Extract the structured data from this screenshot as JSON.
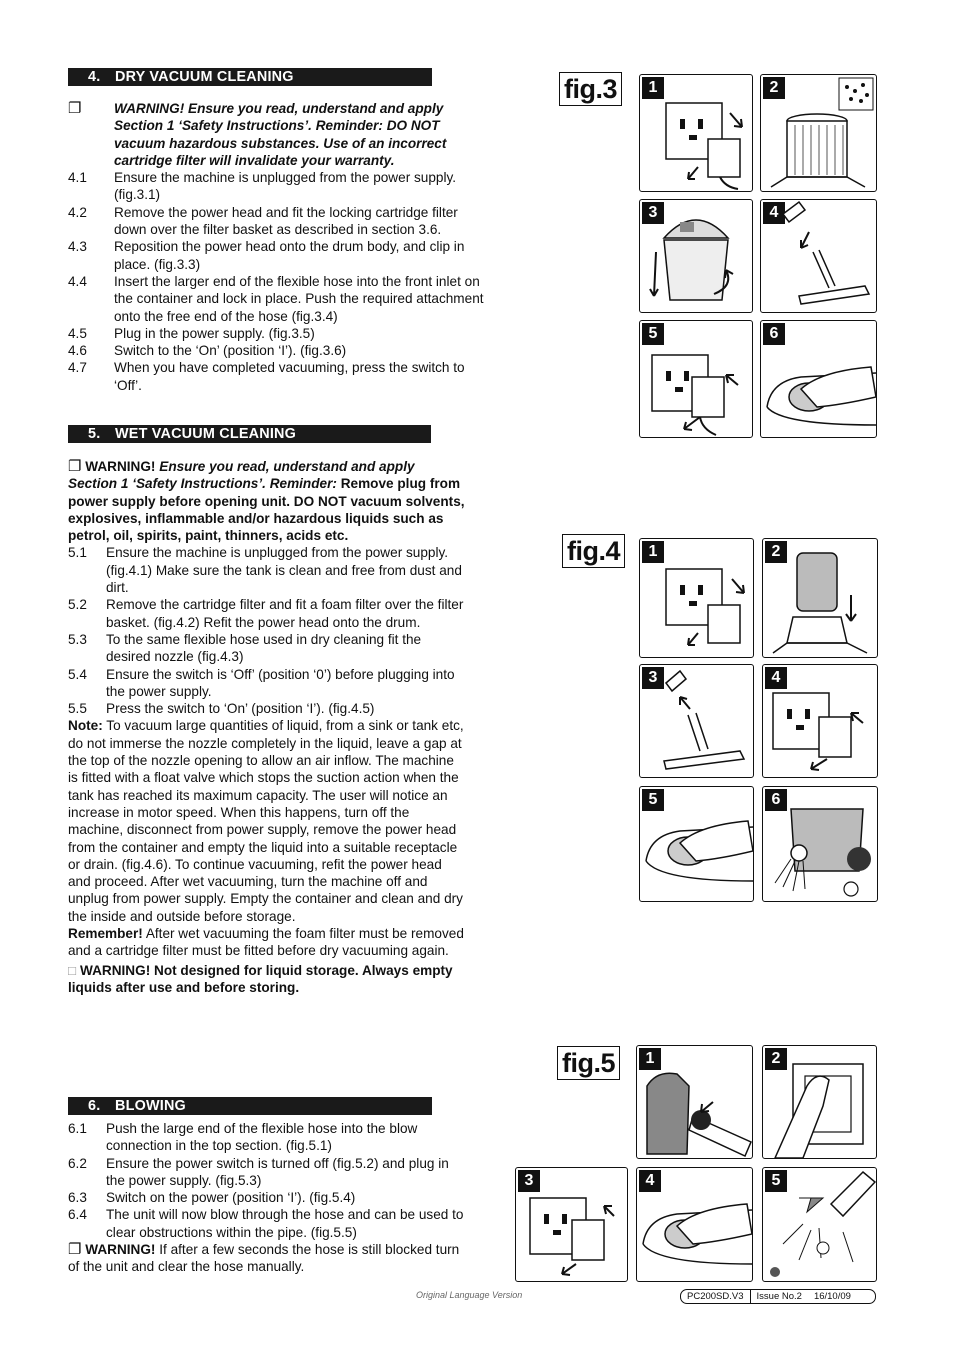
{
  "sec4": {
    "num": "4.",
    "title": "DRY VACUUM CLEANING",
    "warning": "WARNING! Ensure you read, understand and apply Section 1 ‘Safety Instructions’. Reminder: DO NOT vacuum hazardous substances. Use of an incorrect cartridge filter will invalidate your warranty.",
    "steps": [
      {
        "n": "4.1",
        "t": "Ensure the machine is unplugged from the power supply. (fig.3.1)"
      },
      {
        "n": "4.2",
        "t": "Remove the power head and fit the locking cartridge filter down over the filter basket as described in section 3.6."
      },
      {
        "n": "4.3",
        "t": "Reposition the power head onto the drum body, and clip in place. (fig.3.3)"
      },
      {
        "n": "4.4",
        "t": "Insert the larger end of the flexible hose into the front inlet on the container and lock in place. Push the required attachment onto the free end of the hose (fig.3.4)"
      },
      {
        "n": "4.5",
        "t": "Plug in the power supply. (fig.3.5)"
      },
      {
        "n": "4.6",
        "t": "Switch to the ‘On’ (position ‘I’). (fig.3.6)"
      },
      {
        "n": "4.7",
        "t": "When you have completed vacuuming, press the switch to ‘Off’."
      }
    ]
  },
  "sec5": {
    "num": "5.",
    "title": "WET VACUUM CLEANING",
    "warn_label": "WARNING!",
    "warn_italic": "Ensure you read, understand and apply Section 1 ‘Safety Instructions’. Reminder:",
    "warn_bold": "Remove plug from power supply before opening unit. DO NOT vacuum solvents, explosives, inflammable and/or hazardous liquids such as petrol, oil, spirits, paint, thinners, acids etc.",
    "steps": [
      {
        "n": "5.1",
        "t": "Ensure the machine is unplugged from the power supply. (fig.4.1) Make sure the tank is clean and free from dust and dirt."
      },
      {
        "n": "5.2",
        "t": "Remove the cartridge filter and fit a foam filter over the filter basket. (fig.4.2) Refit the power head onto the drum."
      },
      {
        "n": "5.3",
        "t": "To the same flexible hose used in dry cleaning fit the desired nozzle (fig.4.3)"
      },
      {
        "n": "5.4",
        "t": "Ensure the switch is ‘Off’ (position ‘0’) before plugging into the power supply."
      },
      {
        "n": "5.5",
        "t": "Press the switch to ‘On’ (position ‘I’). (fig.4.5)"
      }
    ],
    "note_label": "Note:",
    "note": "To vacuum large quantities of liquid, from a sink or tank etc, do not immerse the nozzle completely in the liquid, leave a gap at the top of the nozzle opening to allow an air inflow. The machine is fitted with a float valve which stops the suction action when the tank has reached its maximum capacity. The user will notice an increase in motor speed. When this happens, turn off the machine, disconnect from power supply, remove the power head from the container and empty the liquid into a suitable receptacle or drain. (fig.4.6). To continue vacuuming, refit the power head and proceed. After wet vacuuming, turn the machine off and unplug from power supply. Empty the container and clean and dry the inside and outside before storage.",
    "remember_label": "Remember!",
    "remember": "After wet vacuuming the foam filter must be removed and a cartridge filter must be fitted before dry vacuuming again.",
    "warn2": "WARNING! Not designed for liquid storage. Always empty liquids after use and before storing."
  },
  "sec6": {
    "num": "6.",
    "title": "BLOWING",
    "steps": [
      {
        "n": "6.1",
        "t": "Push the large end of the flexible hose into the blow connection in the top section. (fig.5.1)"
      },
      {
        "n": "6.2",
        "t": "Ensure the power switch is turned off (fig.5.2) and plug in the power supply. (fig.5.3)"
      },
      {
        "n": "6.3",
        "t": "Switch on the power (position ‘I’). (fig.5.4)"
      },
      {
        "n": "6.4",
        "t": "The unit will now blow through the hose and can be used to clear obstructions within the pipe. (fig.5.5)"
      }
    ],
    "warn_label": "WARNING!",
    "warn": "If after a few seconds the hose is still blocked turn of the unit and clear the hose manually."
  },
  "figures": {
    "fig3": "fig.3",
    "fig4": "fig.4",
    "fig5": "fig.5",
    "panel_numbers": [
      "1",
      "2",
      "3",
      "4",
      "5",
      "6"
    ]
  },
  "footer": {
    "original": "Original Language Version",
    "model": "PC200SD.V3",
    "issue": "Issue No.2",
    "date": "16/10/09"
  },
  "icons": {
    "checkbox": "checkbox-icon",
    "socket": "wall-socket-icon",
    "plug": "plug-icon"
  }
}
